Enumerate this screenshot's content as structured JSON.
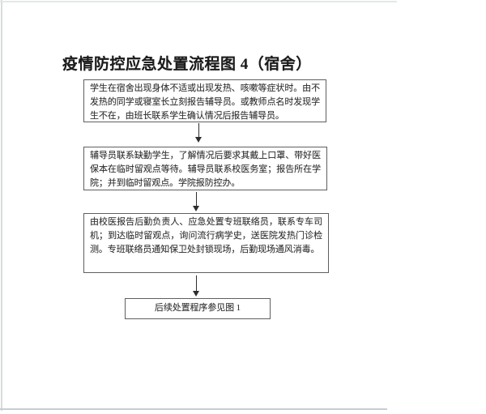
{
  "document": {
    "title": "疫情防控应急处置流程图 4（宿舍）"
  },
  "flowchart": {
    "type": "vertical-flow",
    "steps": [
      {
        "name": "step-1-dorm-symptom-report",
        "text": "学生在宿舍出现身体不适或出现发热、咳嗽等症状时。由不发热的同学或寝室长立刻报告辅导员。或教师点名时发现学生不在，由班长联系学生确认情况后报告辅导员。"
      },
      {
        "name": "step-2-counselor-contact",
        "text": "辅导员联系缺勤学生，了解情况后要求其戴上口罩、带好医保本在临时留观点等待。辅导员联系校医务室；报告所在学院；并到临时留观点。学院报防控办。"
      },
      {
        "name": "step-3-campus-doctor-handling",
        "text": "由校医报告后勤负责人、应急处置专班联络员，联系专车司机；到达临时留观点，询问流行病学史，送医院发热门诊检测。专班联络员通知保卫处封锁现场，后勤现场通风消毒。"
      },
      {
        "name": "step-4-followup-reference",
        "text": "后续处置程序参见图 1"
      }
    ],
    "connectors": [
      {
        "icon": "arrow-down-icon"
      },
      {
        "icon": "arrow-down-icon"
      },
      {
        "icon": "arrow-down-icon"
      }
    ]
  },
  "colors": {
    "page_background": "#ffffff",
    "text": "#323232",
    "title_text": "#1c1c1c",
    "box_border": "#5f5f5f",
    "arrow": "#2e2e2e",
    "page_edge_left": "#d7dbdf",
    "page_edge_top": "#e4e7ea",
    "page_edge_bottom": "#c9cdd1"
  }
}
